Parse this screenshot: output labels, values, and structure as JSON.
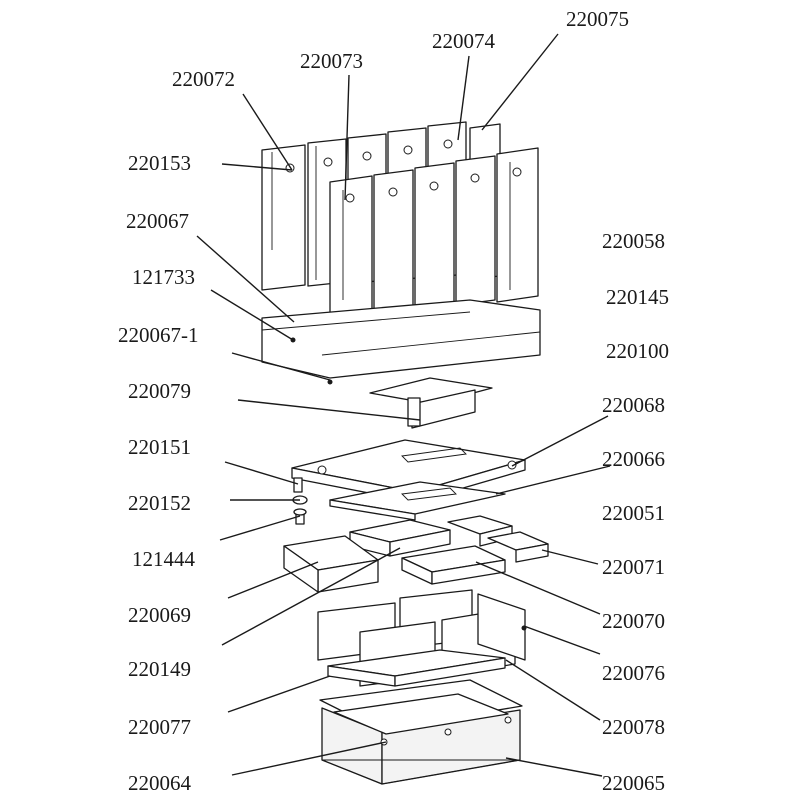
{
  "diagram": {
    "part_labels": [
      "220075",
      "220074",
      "220073",
      "220072",
      "220153",
      "220067",
      "121733",
      "220067-1",
      "220079",
      "220151",
      "220152",
      "121444",
      "220069",
      "220149",
      "220077",
      "220064",
      "220058",
      "220145",
      "220100",
      "220068",
      "220066",
      "220051",
      "220071",
      "220070",
      "220076",
      "220078",
      "220065"
    ]
  }
}
